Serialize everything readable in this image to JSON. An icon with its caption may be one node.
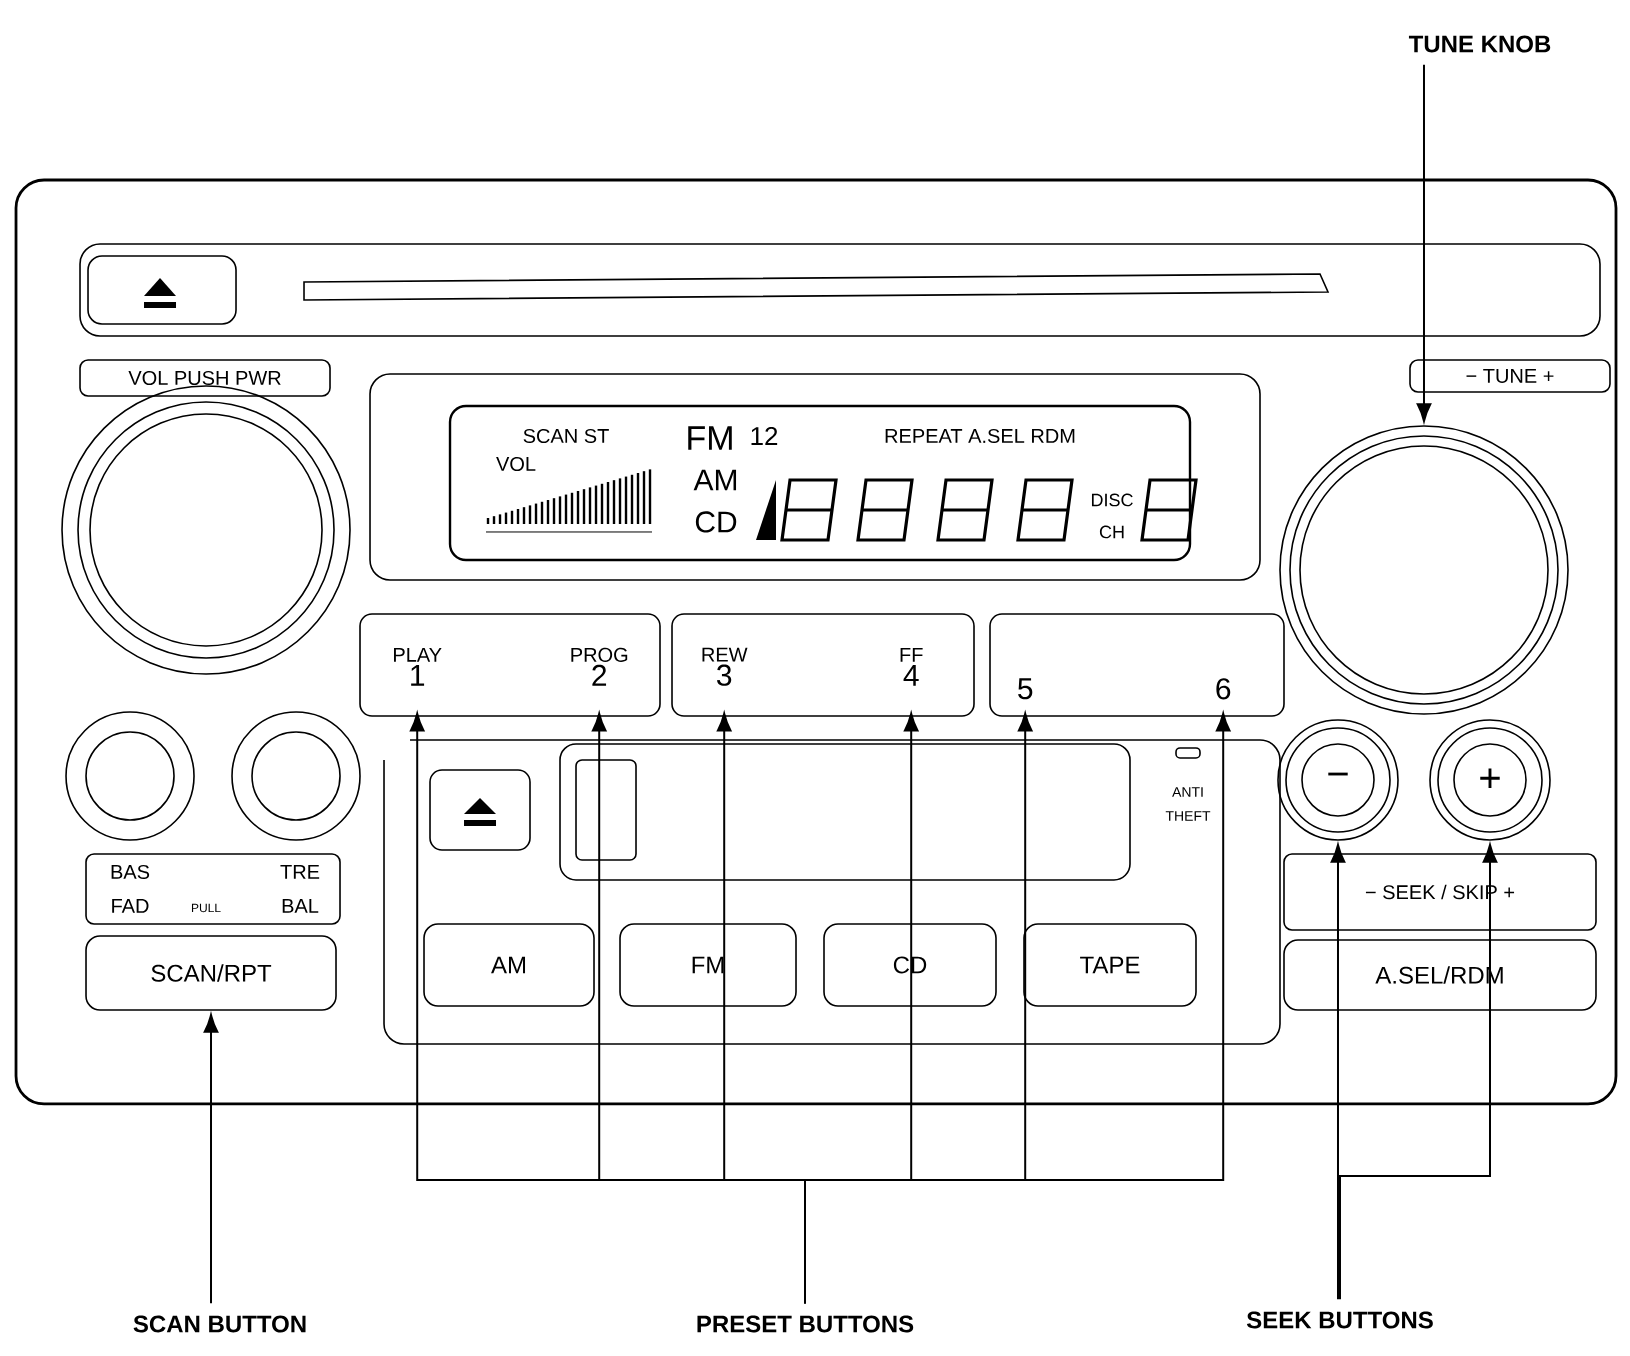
{
  "diagram": {
    "nodes": [
      {
        "text": [
          "TUNE KNOB"
        ]
      },
      {
        "text": [
          "VOL PUSH PWR"
        ]
      },
      {
        "text": [
          "SCAN ST",
          "FM",
          "12",
          "REPEAT A.SEL RDM",
          "VOL",
          "AM",
          "CD",
          "DISC",
          "CH"
        ]
      },
      {
        "text": [
          "− TUNE +"
        ]
      },
      {
        "text": [],
        "shape": "circle"
      },
      {
        "text": [],
        "shape": "box"
      },
      {
        "text": [
          "PLAY",
          "1"
        ],
        "in": 5
      },
      {
        "text": [
          "PROG",
          "2"
        ],
        "in": 5
      },
      {
        "text": [],
        "shape": "box"
      },
      {
        "text": [
          "REW",
          "3"
        ],
        "in": 8
      },
      {
        "text": [
          "FF",
          "4"
        ],
        "in": 8
      },
      {
        "text": [],
        "shape": "box"
      },
      {
        "text": [
          "5"
        ],
        "in": 11
      },
      {
        "text": [
          "6"
        ],
        "in": 11
      },
      {
        "text": [
          "BAS",
          "TRE",
          "FAD",
          "PULL",
          "BAL"
        ]
      },
      {
        "text": [
          "SCAN/RPT"
        ]
      },
      {
        "text": [
          "AM"
        ]
      },
      {
        "text": [
          "FM"
        ]
      },
      {
        "text": [
          "CD"
        ]
      },
      {
        "text": [
          "TAPE"
        ]
      },
      {
        "text": [
          "−"
        ]
      },
      {
        "text": [
          "+"
        ]
      },
      {
        "text": [
          "− SEEK / SKIP +"
        ]
      },
      {
        "text": [
          "A.SEL/RDM"
        ]
      },
      {
        "text": [
          "SCAN BUTTON"
        ]
      },
      {
        "text": [
          "PRESET BUTTONS"
        ]
      },
      {
        "text": [
          "SEEK BUTTONS"
        ]
      },
      {
        "text": [],
        "shape": "circle"
      },
      {
        "text": [],
        "shape": "circle"
      },
      {
        "text": [],
        "shape": "circle"
      }
    ],
    "edges": [
      {
        "from": 0,
        "to": 4,
        "arrow": "to"
      },
      {
        "from": 24,
        "to": 15,
        "arrow": "to"
      },
      {
        "from": 25,
        "to": 6,
        "arrow": "to"
      },
      {
        "from": 25,
        "to": 7,
        "arrow": "to"
      },
      {
        "from": 25,
        "to": 9,
        "arrow": "to"
      },
      {
        "from": 25,
        "to": 10,
        "arrow": "to"
      },
      {
        "from": 25,
        "to": 12,
        "arrow": "to"
      },
      {
        "from": 25,
        "to": 13,
        "arrow": "to"
      },
      {
        "from": 26,
        "to": 20,
        "arrow": "to"
      },
      {
        "from": 26,
        "to": 21,
        "arrow": "to"
      }
    ],
    "labels": [
      "ANTI THEFT"
    ]
  }
}
